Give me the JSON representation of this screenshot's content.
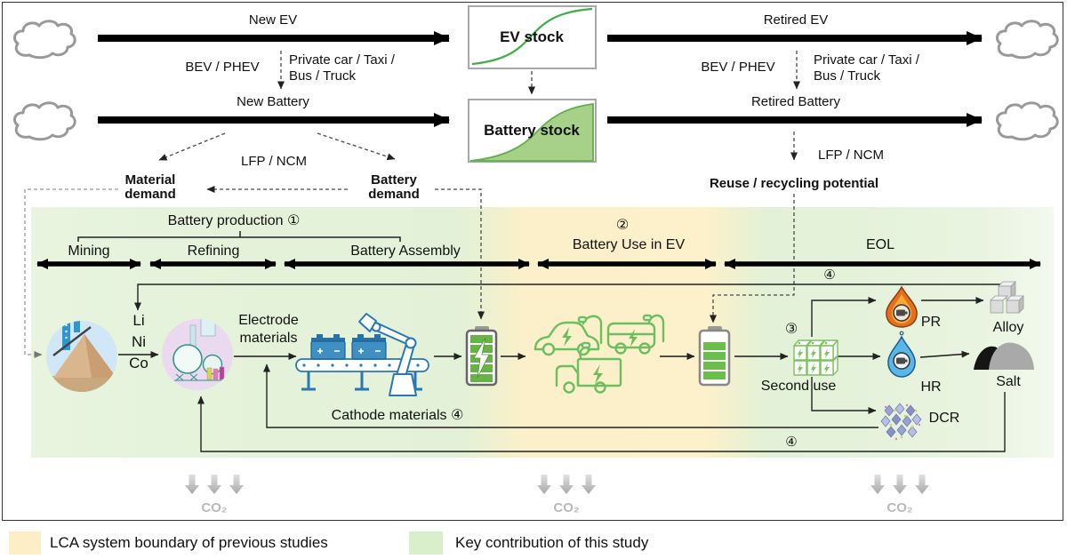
{
  "figure": {
    "flows": {
      "new_ev": "New EV",
      "retired_ev": "Retired EV",
      "new_battery": "New Battery",
      "retired_battery": "Retired Battery",
      "bev_phev": "BEV / PHEV",
      "vehicle_types": "Private car / Taxi /\nBus / Truck",
      "lfp_ncm": "LFP / NCM",
      "material_demand": "Material\ndemand",
      "battery_demand": "Battery\ndemand",
      "reuse_recycling_potential": "Reuse / recycling potential"
    },
    "stocks": {
      "ev_stock": "EV stock",
      "battery_stock": "Battery stock"
    },
    "phases": {
      "battery_production": "Battery production ①",
      "mining": "Mining",
      "refining": "Refining",
      "battery_assembly": "Battery Assembly",
      "num2": "②",
      "battery_use": "Battery Use in EV",
      "eol": "EOL",
      "num4": "④"
    },
    "process": {
      "li_ni_co": "Li\nNi\nCo",
      "electrode_materials": "Electrode\nmaterials",
      "cathode_materials": "Cathode materials ④",
      "num3": "③",
      "second_use": "Second use",
      "pr": "PR",
      "hr": "HR",
      "dcr": "DCR",
      "alloy": "Alloy",
      "salt": "Salt"
    },
    "emissions": {
      "co2": "CO₂"
    },
    "legend": {
      "previous_studies": "LCA system boundary of previous studies",
      "key_contribution": "Key contribution of this study"
    },
    "colors": {
      "band_green": "#e4f2da",
      "band_yellow": "#fcf1ca",
      "stock_curve_green": "#3fae49",
      "battery_green": "#67b346",
      "ev_green": "#6cbf5e",
      "conveyor_blue": "#2878b5",
      "flame_orange": "#e4701e",
      "droplet_blue": "#58b7e8",
      "co2_grey": "#b9b9b9",
      "legend_yellow": "#fdeec6",
      "legend_green": "#d9efcc"
    },
    "icons": {
      "cloud": "cloud-icon",
      "mining": "mining-icon",
      "refinery": "refinery-icon",
      "conveyor": "conveyor-icon",
      "robot_arm": "robot-arm-icon",
      "battery_new": "battery-full-icon",
      "battery_retired": "battery-retired-icon",
      "ev_fleet": "ev-fleet-icon",
      "second_use_modules": "second-use-modules-icon",
      "pyrometallurgical": "flame-icon",
      "hydrometallurgical": "droplet-icon",
      "direct_recycling": "crystal-lattice-icon",
      "alloy": "alloy-cubes-icon",
      "salt": "salt-piles-icon",
      "co2_arrows": "co2-down-arrows-icon"
    }
  }
}
